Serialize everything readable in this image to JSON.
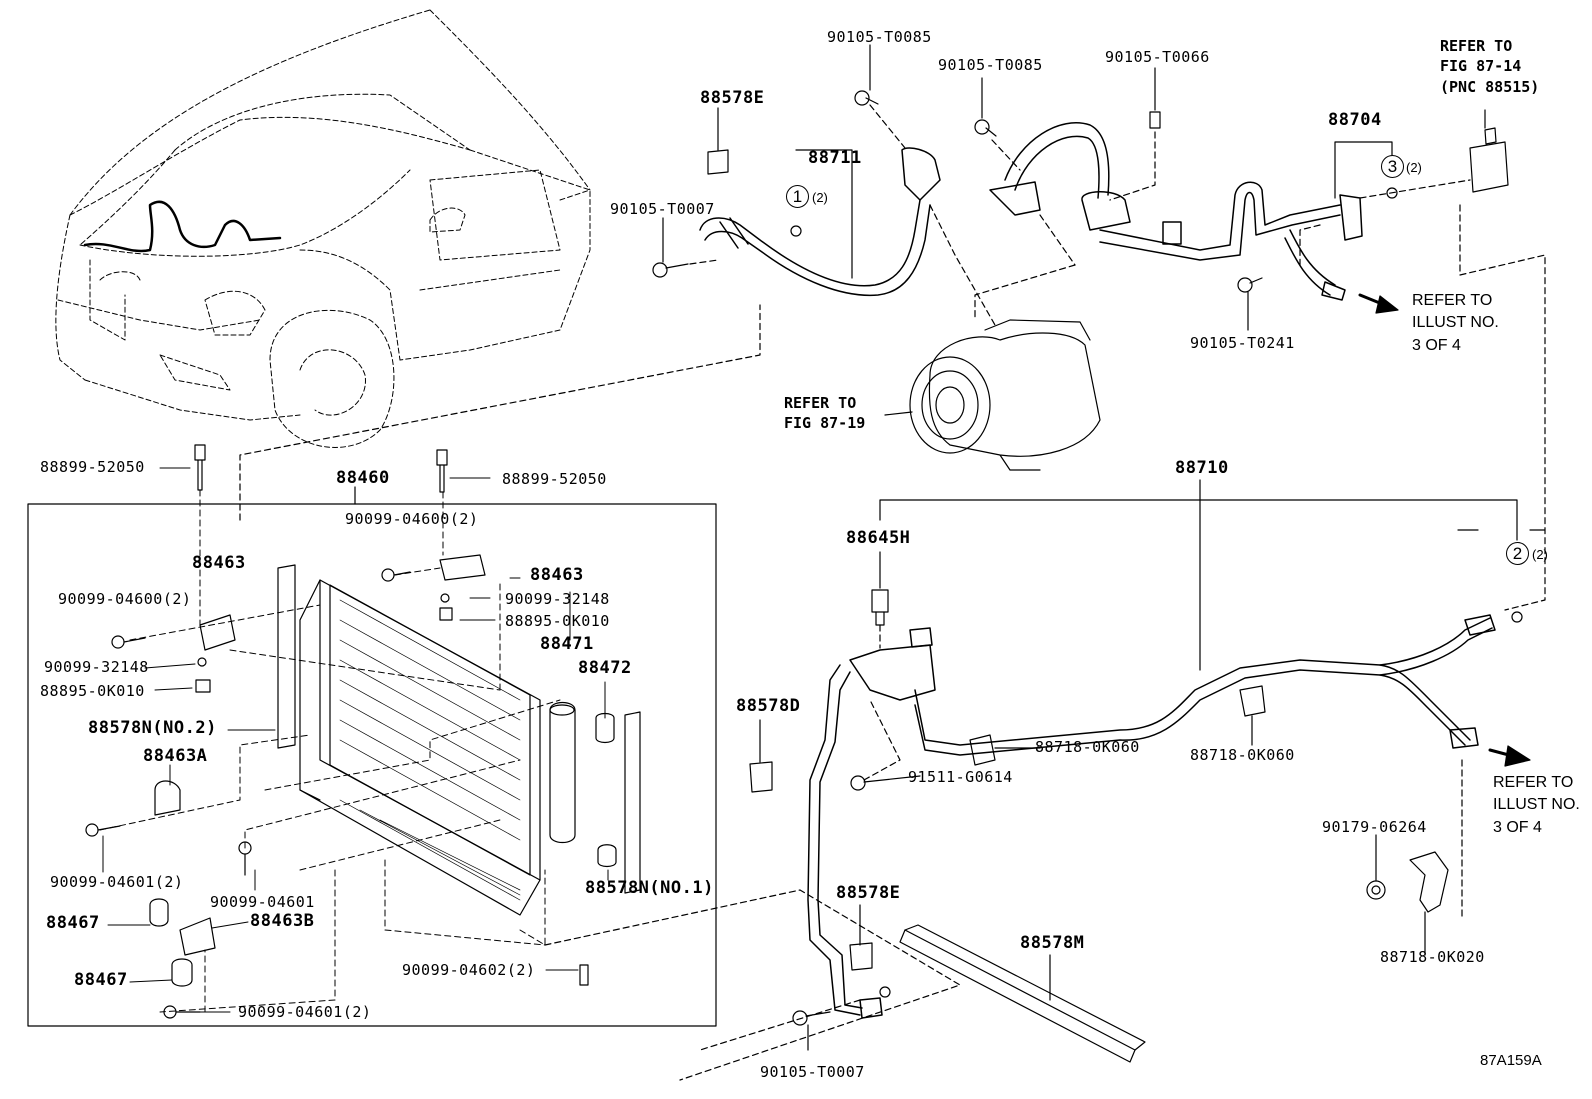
{
  "labels": {
    "p_90105_t0085_a": "90105-T0085",
    "p_90105_t0085_b": "90105-T0085",
    "p_90105_t0066": "90105-T0066",
    "ref_fig_87_14": "REFER TO\nFIG 87-14\n(PNC 88515)",
    "p_88578e_top": "88578E",
    "p_88711": "88711",
    "p_88704": "88704",
    "p_90105_t0007_top": "90105-T0007",
    "ref_illust_1": "REFER TO\nILLUST NO.\n3 OF 4",
    "p_90105_t0241": "90105-T0241",
    "ref_fig_87_19": "REFER TO\nFIG 87-19",
    "p_88899_a": "88899-52050",
    "p_88899_b": "88899-52050",
    "p_88460": "88460",
    "p_90099_04600_top": "90099-04600(2)",
    "p_88463_a": "88463",
    "p_88463_b": "88463",
    "p_90099_04600_left": "90099-04600(2)",
    "p_90099_32148_a": "90099-32148",
    "p_88895_0k010_a": "88895-0K010",
    "p_90099_32148_b": "90099-32148",
    "p_88895_0k010_b": "88895-0K010",
    "p_88471": "88471",
    "p_88472": "88472",
    "p_88578n_no2": "88578N(NO.2)",
    "p_88463a": "88463A",
    "p_90099_04601_2_a": "90099-04601(2)",
    "p_90099_04601": "90099-04601",
    "p_88578n_no1": "88578N(NO.1)",
    "p_88467_a": "88467",
    "p_88463b": "88463B",
    "p_88467_b": "88467",
    "p_90099_04602": "90099-04602(2)",
    "p_90099_04601_2_b": "90099-04601(2)",
    "p_88710": "88710",
    "p_88645h": "88645H",
    "p_88578d": "88578D",
    "p_88718_0k060_a": "88718-0K060",
    "p_88718_0k060_b": "88718-0K060",
    "p_91511_g0614": "91511-G0614",
    "ref_illust_2": "REFER TO\nILLUST NO.\n3 OF 4",
    "p_90179_06264": "90179-06264",
    "p_88718_0k020": "88718-0K020",
    "p_88578e_bottom": "88578E",
    "p_88578m": "88578M",
    "p_90105_t0007_bottom": "90105-T0007",
    "diagram_code": "87A159A"
  },
  "callouts": {
    "c1": "1",
    "c2": "2",
    "c3": "3",
    "qty1": "(2)",
    "qty2": "(2)",
    "qty3": "(2)"
  }
}
